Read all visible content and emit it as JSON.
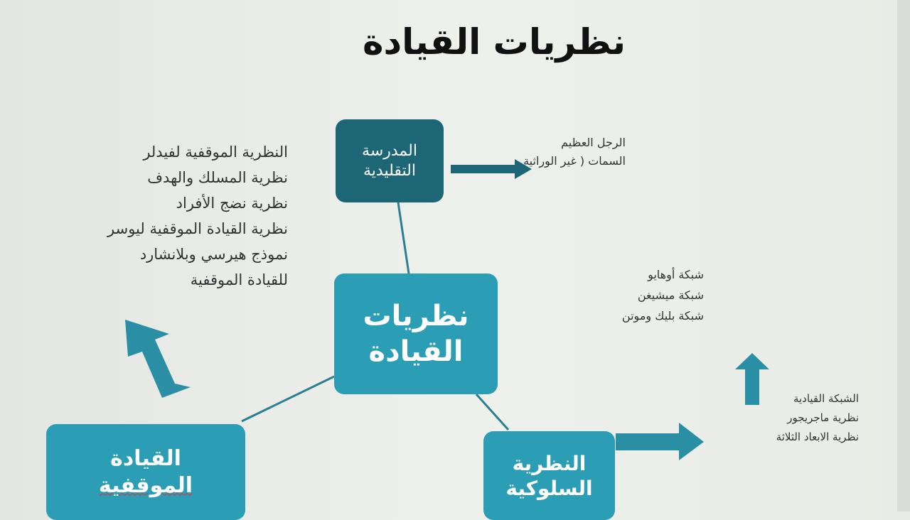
{
  "title": "نظريات القيادة",
  "center": {
    "line1": "نظريات",
    "line2": "القيادة"
  },
  "top_box": {
    "line1": "المدرسة",
    "line2": "التقليدية"
  },
  "bottom_left_box": {
    "line1": "القيادة",
    "line2": "الموقفية"
  },
  "bottom_right_box": {
    "line1": "النظرية",
    "line2": "السلوكية"
  },
  "traditional_items": [
    "الرجل العظيم",
    "السمات ( غير الوراثية"
  ],
  "situational_items": [
    "النظرية الموقفية لفيدلر",
    "نظرية المسلك والهدف",
    "نظرية نضج الأفراد",
    "نظرية القيادة الموقفية ليوسر",
    "نموذج هيرسي وبلانشارد",
    "للقيادة الموقفية"
  ],
  "behavioral_items": [
    "الشبكة القيادية",
    "نظرية ماجريجور",
    "نظرية الابعاد الثلاثة"
  ],
  "grid_items": [
    "شبكة أوهايو",
    "شبكة ميشيغن",
    "شبكة بليك وموتن"
  ],
  "colors": {
    "dark_teal": "#1d6675",
    "teal": "#2b9db4",
    "arrow": "#2a8fa5"
  }
}
